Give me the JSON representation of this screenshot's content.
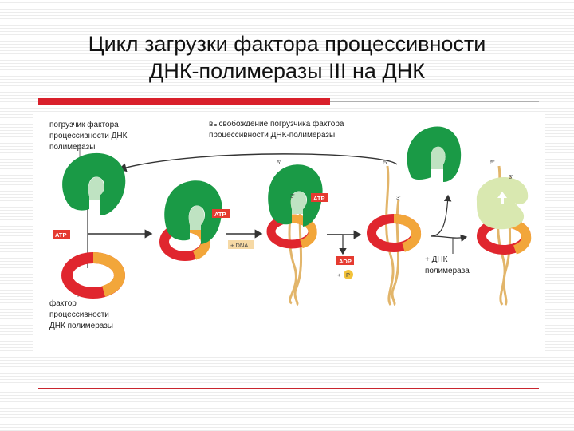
{
  "title": {
    "line1": "Цикл загрузки фактора процессивности",
    "line2": "ДНК-полимеразы III на ДНК"
  },
  "labels": {
    "loader": [
      "погрузчик фактора",
      "процессивности ДНК",
      "полимеразы"
    ],
    "release": [
      "высвобождение погрузчика фактора",
      "процессивности ДНК-полимеразы"
    ],
    "clamp": [
      "фактор",
      "процессивности",
      "ДНК полимеразы"
    ],
    "polymerase": [
      "+ ДНК",
      "полимераза"
    ]
  },
  "tags": {
    "atp": "ATP",
    "adp": "ADP",
    "plus_dna": "+ DNA",
    "plus_sign": "+",
    "pi": "P",
    "five_prime": "5'",
    "three_prime": "3'"
  },
  "colors": {
    "loader_green": "#1a9a46",
    "loader_light": "#bfe3c2",
    "clamp_red": "#e0262e",
    "clamp_orange": "#f2a63a",
    "dna_tan": "#e2b56a",
    "tag_red": "#e53a30",
    "released_green": "#d9e8b0"
  }
}
